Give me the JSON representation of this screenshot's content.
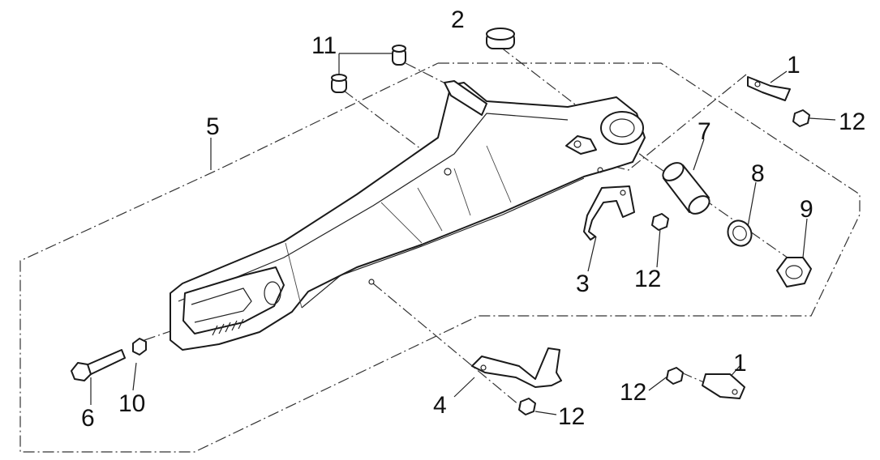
{
  "diagram": {
    "callouts": {
      "c1a": "1",
      "c1b": "1",
      "c2": "2",
      "c3": "3",
      "c4": "4",
      "c5": "5",
      "c6": "6",
      "c7": "7",
      "c8": "8",
      "c9": "9",
      "c10": "10",
      "c11": "11",
      "c12a": "12",
      "c12b": "12",
      "c12c": "12",
      "c12d": "12"
    }
  }
}
